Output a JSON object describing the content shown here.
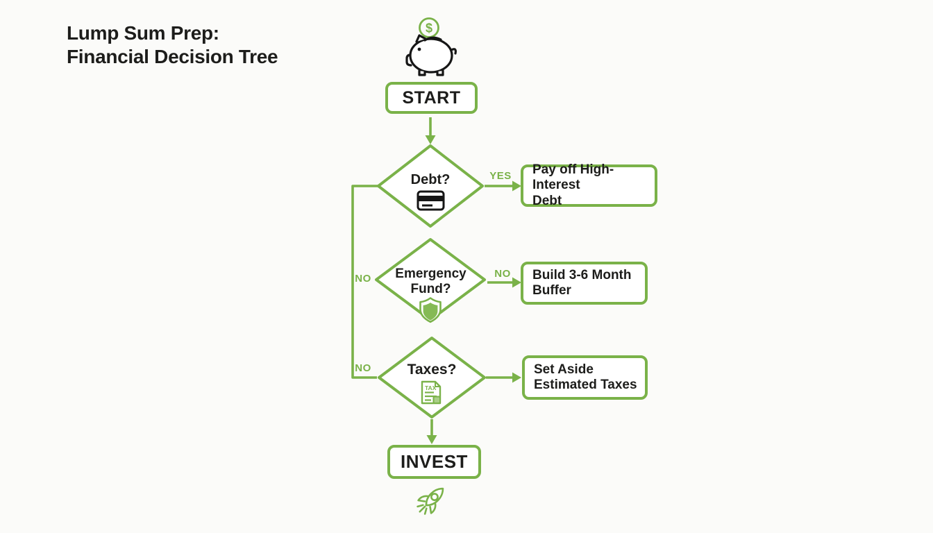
{
  "colors": {
    "green": "#7ab249",
    "ink": "#1d1d1b",
    "background": "#fbfbf9",
    "shield_fill": "#85ba55"
  },
  "title": {
    "line1": "Lump Sum Prep:",
    "line2": "Financial Decision Tree"
  },
  "icons": {
    "header": "piggy-bank-icon",
    "header_badge": "dollar-circle-icon",
    "dollar_glyph": "$",
    "debt": "credit-card-icon",
    "emergency": "shield-icon",
    "taxes": "tax-document-icon",
    "tax_doc_label": "TAX",
    "footer": "rocket-icon"
  },
  "flow": {
    "start_label": "START",
    "debt_question": "Debt?",
    "debt_branch_label": "YES",
    "debt_action_line1": "Pay off High-Interest",
    "debt_action_line2": "Debt",
    "loop_no_label_1": "NO",
    "emergency_question_line1": "Emergency",
    "emergency_question_line2": "Fund?",
    "emergency_branch_label": "NO",
    "emergency_action_line1": "Build 3-6 Month",
    "emergency_action_line2": "Buffer",
    "loop_no_label_2": "NO",
    "taxes_question": "Taxes?",
    "taxes_action_line1": "Set Aside",
    "taxes_action_line2": "Estimated Taxes",
    "invest_label": "INVEST"
  }
}
